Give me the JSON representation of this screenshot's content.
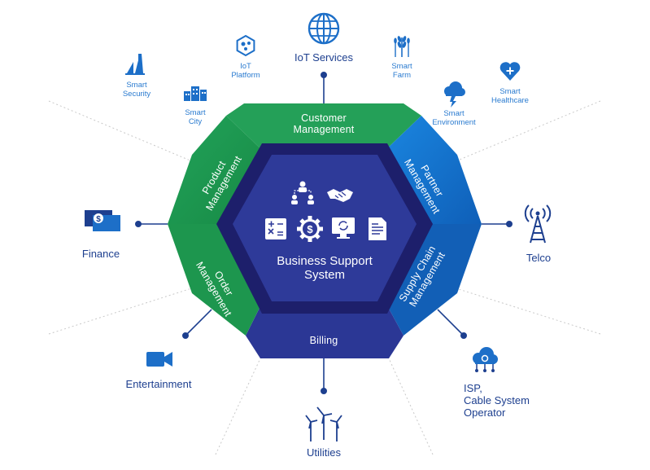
{
  "core": {
    "line1": "Business Support",
    "line2": "System"
  },
  "segments": {
    "customer": {
      "line1": "Customer",
      "line2": "Management"
    },
    "partner": {
      "line1": "Partner",
      "line2": "Management"
    },
    "supply": {
      "line1": "Supply Chain",
      "line2": "Management"
    },
    "billing": {
      "line1": "Billing"
    },
    "order": {
      "line1": "Order",
      "line2": "Management"
    },
    "product": {
      "line1": "Product",
      "line2": "Management"
    }
  },
  "sectors": {
    "iot": {
      "line1": "IoT Services"
    },
    "telco": {
      "line1": "Telco"
    },
    "isp": {
      "line1": "ISP,",
      "line2": "Cable System",
      "line3": "Operator"
    },
    "utilities": {
      "line1": "Utilities"
    },
    "entertainment": {
      "line1": "Entertainment"
    },
    "finance": {
      "line1": "Finance"
    }
  },
  "sub_items": {
    "iot_platform": {
      "line1": "IoT",
      "line2": "Platform"
    },
    "smart_farm": {
      "line1": "Smart",
      "line2": "Farm"
    },
    "smart_security": {
      "line1": "Smart",
      "line2": "Security"
    },
    "smart_city": {
      "line1": "Smart",
      "line2": "City"
    },
    "smart_environment": {
      "line1": "Smart",
      "line2": "Environment"
    },
    "smart_healthcare": {
      "line1": "Smart",
      "line2": "Healthcare"
    }
  },
  "colors": {
    "green": "#1e9b4e",
    "blue": "#1670cc",
    "navy_outer": "#252b8a",
    "navy_inner": "#2e3a99",
    "navy_ring": "#1d1f6b",
    "icon_blue": "#1d6fc8"
  }
}
